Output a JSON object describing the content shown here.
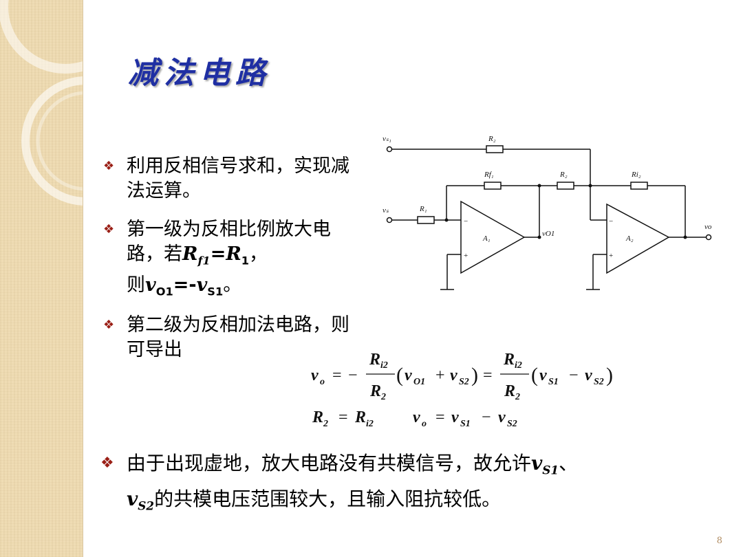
{
  "slide": {
    "title": "减法电路",
    "page_number": "8"
  },
  "bullets": {
    "b1": {
      "text": "利用反相信号求和，实现减法运算。"
    },
    "b2": {
      "prefix": "第一级为反相比例放大电路，若",
      "rf": "R",
      "rf_sub": "f1",
      "eq1": "=",
      "r1": "R",
      "r1_sub": "1",
      "comma": "，",
      "line2_prefix": "则",
      "vo1": "v",
      "vo1_sub": "O1",
      "eq2": "=-",
      "vs1": "v",
      "vs1_sub": "S1",
      "end": "。"
    },
    "b3": {
      "text": "第二级为反相加法电路，则可导出"
    },
    "b4": {
      "prefix": "由于出现虚地，放大电路没有共模信号，故允许",
      "v1": "v",
      "v1_sub": "S1",
      "sep": "、",
      "v2": "v",
      "v2_sub": "S2",
      "suffix": "的共模电压范围较大，且输入阻抗较低。"
    }
  },
  "bullet_symbol": "❖",
  "circuit": {
    "labels": {
      "vs1": "vₛ₁",
      "vs2": "vₛ",
      "r2_top": "R₂",
      "rf1": "Rf₁",
      "r2_mid": "R₂",
      "ri2": "Ri₂",
      "r1": "R₁",
      "a1": "A₁",
      "a2": "A₂",
      "vo1": "vO1",
      "vo": "vo",
      "minus": "−",
      "plus": "+"
    }
  },
  "equations": {
    "eq1": {
      "lhs_v": "v",
      "lhs_sub": "o",
      "eq": "=",
      "neg": "−",
      "num": "R",
      "num_sub": "i2",
      "den": "R",
      "den_sub": "2",
      "lp": "(",
      "a": "v",
      "a_sub": "O1",
      "plus": "+",
      "b": "v",
      "b_sub": "S2",
      "rp": ")",
      "eq2": "=",
      "num2": "R",
      "num2_sub": "i2",
      "den2": "R",
      "den2_sub": "2",
      "c": "v",
      "c_sub": "S1",
      "minus": "−",
      "d": "v",
      "d_sub": "S2"
    },
    "eq2": {
      "l": "R",
      "l_sub": "2",
      "eq": "=",
      "r": "R",
      "r_sub": "i2"
    },
    "eq3": {
      "l": "v",
      "l_sub": "o",
      "eq": "=",
      "a": "v",
      "a_sub": "S1",
      "minus": "−",
      "b": "v",
      "b_sub": "S2"
    }
  },
  "colors": {
    "title": "#1f2fa3",
    "bullet": "#9a1f16",
    "strip": "#efdcb4"
  }
}
